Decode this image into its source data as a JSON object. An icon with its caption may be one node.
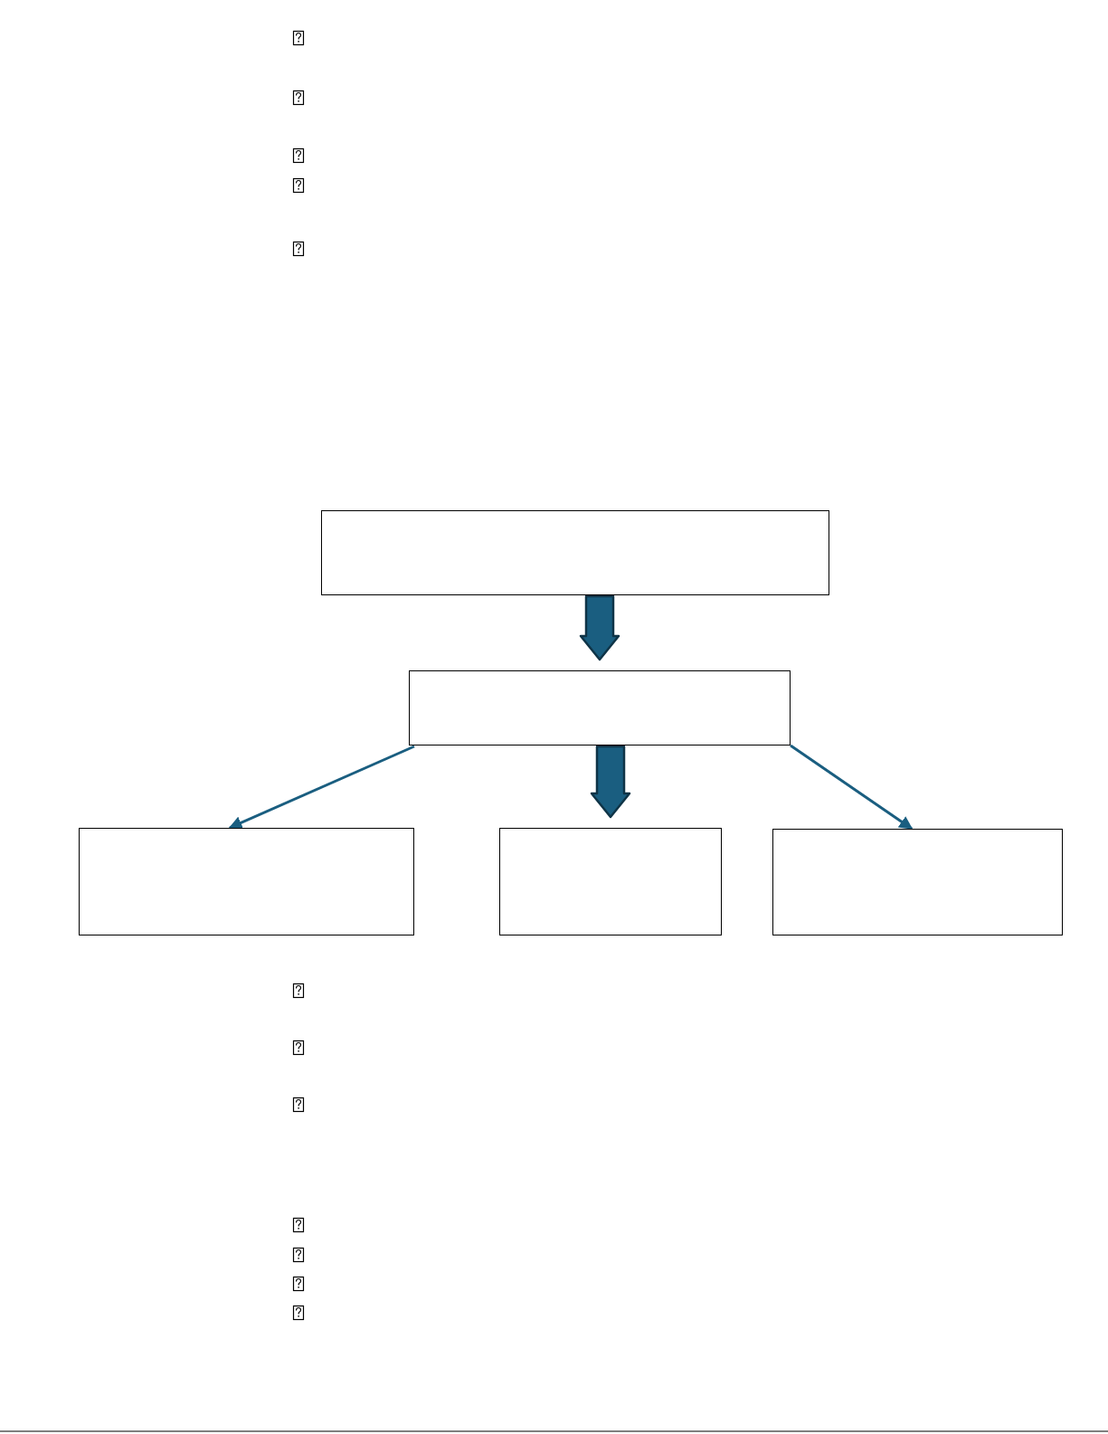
{
  "diagram": {
    "nodes": [
      {
        "text": [],
        "shape": "box"
      },
      {
        "text": [],
        "shape": "box"
      },
      {
        "text": [],
        "shape": "box"
      },
      {
        "text": [],
        "shape": "box"
      },
      {
        "text": [],
        "shape": "box"
      }
    ],
    "edges": [
      {
        "from": 0,
        "to": 1,
        "arrow": "to",
        "style": "thick"
      },
      {
        "from": 1,
        "to": 2,
        "arrow": "to"
      },
      {
        "from": 1,
        "to": 3,
        "arrow": "to",
        "style": "thick"
      },
      {
        "from": 1,
        "to": 4,
        "arrow": "to"
      }
    ]
  }
}
